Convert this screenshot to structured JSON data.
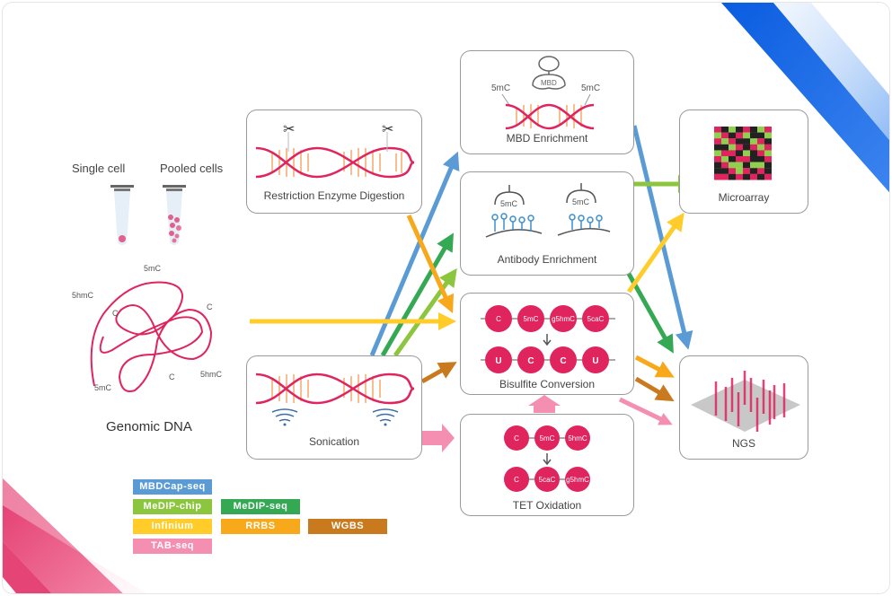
{
  "samples": {
    "single_cell": "Single cell",
    "pooled_cells": "Pooled cells"
  },
  "genomic_dna": {
    "title": "Genomic DNA",
    "marks": [
      "5mC",
      "5hmC",
      "C",
      "C",
      "C",
      "5hmC",
      "5mC"
    ]
  },
  "boxes": {
    "restriction": "Restriction Enzyme Digestion",
    "sonication": "Sonication",
    "mbd": "MBD Enrichment",
    "mbd_protein": "MBD",
    "mbd_mark_left": "5mC",
    "mbd_mark_right": "5mC",
    "antibody": "Antibody Enrichment",
    "antibody_mark": "5mC",
    "bisulfite": "Bisulfite Conversion",
    "bisulfite_top": [
      "C",
      "5mC",
      "g5hmC",
      "5caC"
    ],
    "bisulfite_bottom": [
      "U",
      "C",
      "C",
      "U"
    ],
    "tet": "TET Oxidation",
    "tet_top": [
      "C",
      "5mC",
      "5hmC"
    ],
    "tet_bottom": [
      "C",
      "5caC",
      "g5hmC"
    ],
    "microarray": "Microarray",
    "ngs": "NGS"
  },
  "legend": [
    {
      "label": "MBDCap-seq",
      "color": "#5b9bd5"
    },
    {
      "label": "MeDIP-chip",
      "color": "#8cc63f"
    },
    {
      "label": "MeDIP-seq",
      "color": "#34a853"
    },
    {
      "label": "Infinium",
      "color": "#ffcc29"
    },
    {
      "label": "RRBS",
      "color": "#f7a81b"
    },
    {
      "label": "WGBS",
      "color": "#c97a1e"
    },
    {
      "label": "TAB-seq",
      "color": "#f48fb1"
    }
  ],
  "colors": {
    "dna_strand": "#e0245e",
    "dna_rung": "#f7a86a",
    "nucleotide": "#e0245e",
    "deco_blue": "#1a6fe8",
    "deco_pink": "#e0245e"
  }
}
